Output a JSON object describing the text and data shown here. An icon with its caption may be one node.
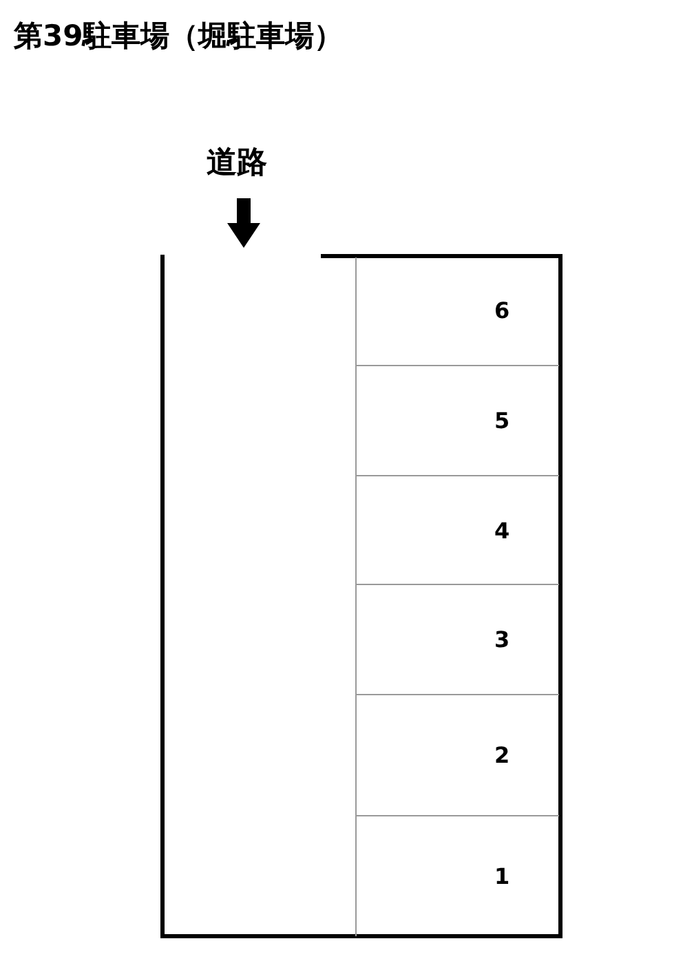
{
  "diagram": {
    "title": "第39駐車場（堀駐車場）",
    "nodes": [
      {
        "text": [
          "6"
        ]
      },
      {
        "text": [
          "5"
        ]
      },
      {
        "text": [
          "4"
        ]
      },
      {
        "text": [
          "3"
        ]
      },
      {
        "text": [
          "2"
        ]
      },
      {
        "text": [
          "1"
        ]
      }
    ],
    "labels": [
      "道路"
    ]
  }
}
